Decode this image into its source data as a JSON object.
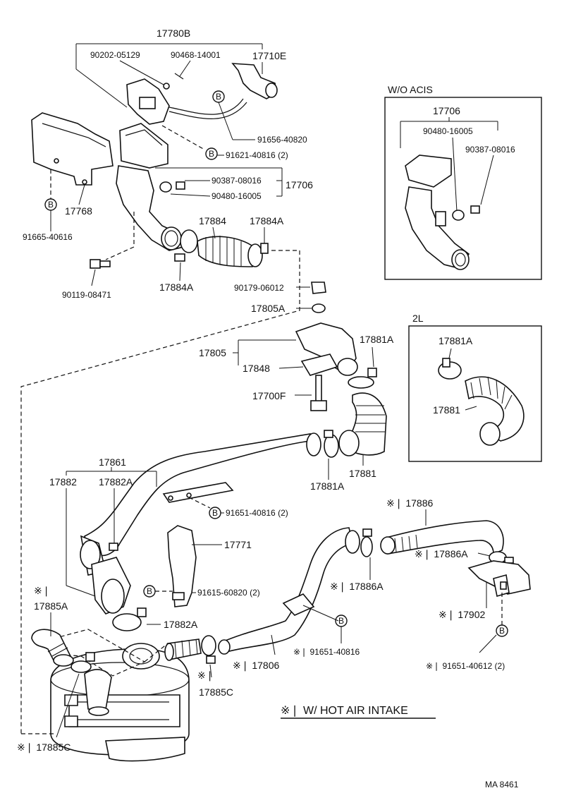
{
  "diagram_id": "MA 8461",
  "callouts": {
    "c17780B": "17780B",
    "c90202": "90202-05129",
    "c90468": "90468-14001",
    "c17710E": "17710E",
    "c91656": "91656-40820",
    "c91621": "91621-40816 (2)",
    "c90387a": "90387-08016",
    "c90480a": "90480-16005",
    "c17706a": "17706",
    "c17768": "17768",
    "c91665": "91665-40616",
    "c17884": "17884",
    "c17884A_top": "17884A",
    "c17884A_bot": "17884A",
    "c90119": "90119-08471",
    "c90179": "90179-06012",
    "c17805A": "17805A",
    "c17805": "17805",
    "c17848": "17848",
    "c17881A_top": "17881A",
    "c17700F": "17700F",
    "c17881": "17881",
    "c17881A_bot": "17881A",
    "c17861": "17861",
    "c17882": "17882",
    "c17882A_top": "17882A",
    "c91651a": "91651-40816 (2)",
    "c17771": "17771",
    "c91615": "91615-60820 (2)",
    "c17882A_bot": "17882A",
    "c17885A": "17885A",
    "c17885C_mid": "17885C",
    "c17885C_bot": "17885C",
    "c17806": "17806",
    "c17886": "17886",
    "c17886A_right": "17886A",
    "c17886A_mid": "17886A",
    "c17902": "17902",
    "c91651b": "91651-40816",
    "c91651c": "91651-40612 (2)"
  },
  "inset_woacis": {
    "title": "W/O ACIS",
    "c17706": "17706",
    "c90480": "90480-16005",
    "c90387": "90387-08016"
  },
  "inset_2l": {
    "title": "2L",
    "c17881A": "17881A",
    "c17881": "17881"
  },
  "markers": {
    "b": "B",
    "asterisk_mark": "※❘",
    "asterisk_sm": "※❘"
  },
  "legend": {
    "mark": "※❘",
    "text": "W/ HOT AIR INTAKE"
  }
}
